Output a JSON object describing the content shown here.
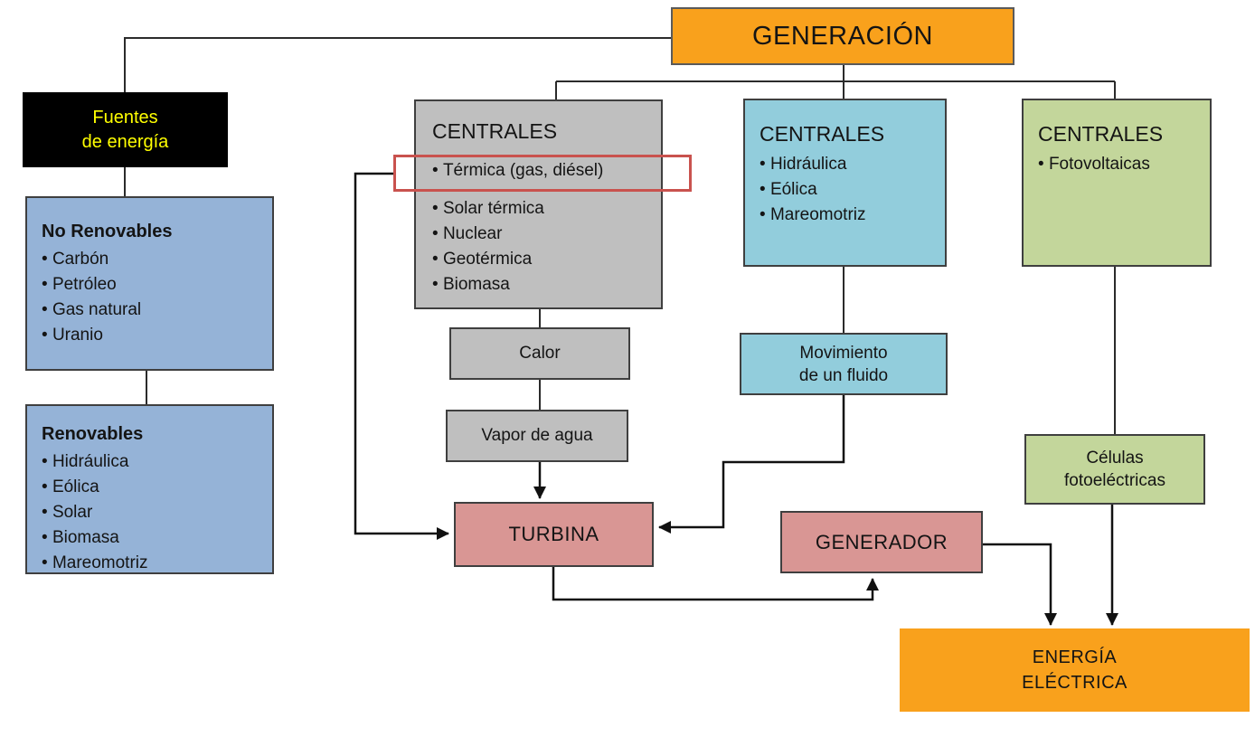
{
  "diagram": {
    "generacion": {
      "label": "GENERACIÓN"
    },
    "fuentes": {
      "line1": "Fuentes",
      "line2": "de energía"
    },
    "no_renovables": {
      "title": "No Renovables",
      "items": [
        "Carbón",
        "Petróleo",
        "Gas natural",
        "Uranio"
      ]
    },
    "renovables": {
      "title": "Renovables",
      "items": [
        "Hidráulica",
        "Eólica",
        "Solar",
        "Biomasa",
        "Mareomotriz"
      ]
    },
    "centrales_termica": {
      "title": "CENTRALES",
      "highlighted_item": "Térmica (gas, diésel)",
      "items": [
        "Solar térmica",
        "Nuclear",
        "Geotérmica",
        "Biomasa"
      ]
    },
    "calor": {
      "label": "Calor"
    },
    "vapor": {
      "label": "Vapor de agua"
    },
    "turbina": {
      "label": "TURBINA"
    },
    "centrales_fluido": {
      "title": "CENTRALES",
      "items": [
        "Hidráulica",
        "Eólica",
        "Mareomotriz"
      ]
    },
    "movimiento": {
      "line1": "Movimiento",
      "line2": "de un fluido"
    },
    "generador": {
      "label": "GENERADOR"
    },
    "centrales_solar": {
      "title": "CENTRALES",
      "items": [
        "Fotovoltaicas"
      ]
    },
    "celulas": {
      "line1": "Células",
      "line2": "fotoeléctricas"
    },
    "energia": {
      "line1": "ENERGÍA",
      "line2": "ELÉCTRICA"
    }
  },
  "colors": {
    "orange": "#F9A11C",
    "steel_blue": "#95B3D7",
    "gray": "#BFBFBF",
    "cyan": "#92CDDC",
    "green": "#C3D69B",
    "salmon": "#D99694",
    "black_box": "#000000",
    "yellow_text": "#FFFF00",
    "highlight_red": "#C9524E"
  }
}
